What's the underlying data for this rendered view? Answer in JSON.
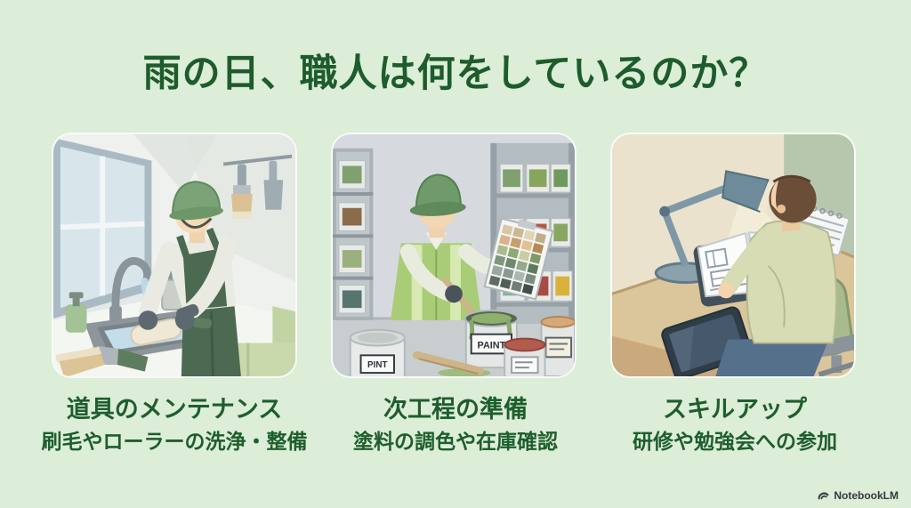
{
  "slide": {
    "title": "雨の日、職人は何をしているのか？",
    "background_color": "#dcedd8",
    "title_color": "#1d5c2b",
    "caption_color": "#1e5e2d"
  },
  "panels": [
    {
      "illustration": "worker-washing-paint-roller-at-sink",
      "heading": "道具のメンテナンス",
      "subheading": "刷毛やローラーの洗浄・整備"
    },
    {
      "illustration": "worker-mixing-paint-checking-color-swatches",
      "heading": "次工程の準備",
      "subheading": "塗料の調色や在庫確認",
      "paint_can_label": "PAINT",
      "front_can_label": "PINT"
    },
    {
      "illustration": "man-reading-manual-at-desk-with-lamp",
      "heading": "スキルアップ",
      "subheading": "研修や勉強会への参加"
    }
  ],
  "watermark": {
    "logo": "notebooklm-logo",
    "label": "NotebookLM",
    "color": "#34383c"
  }
}
